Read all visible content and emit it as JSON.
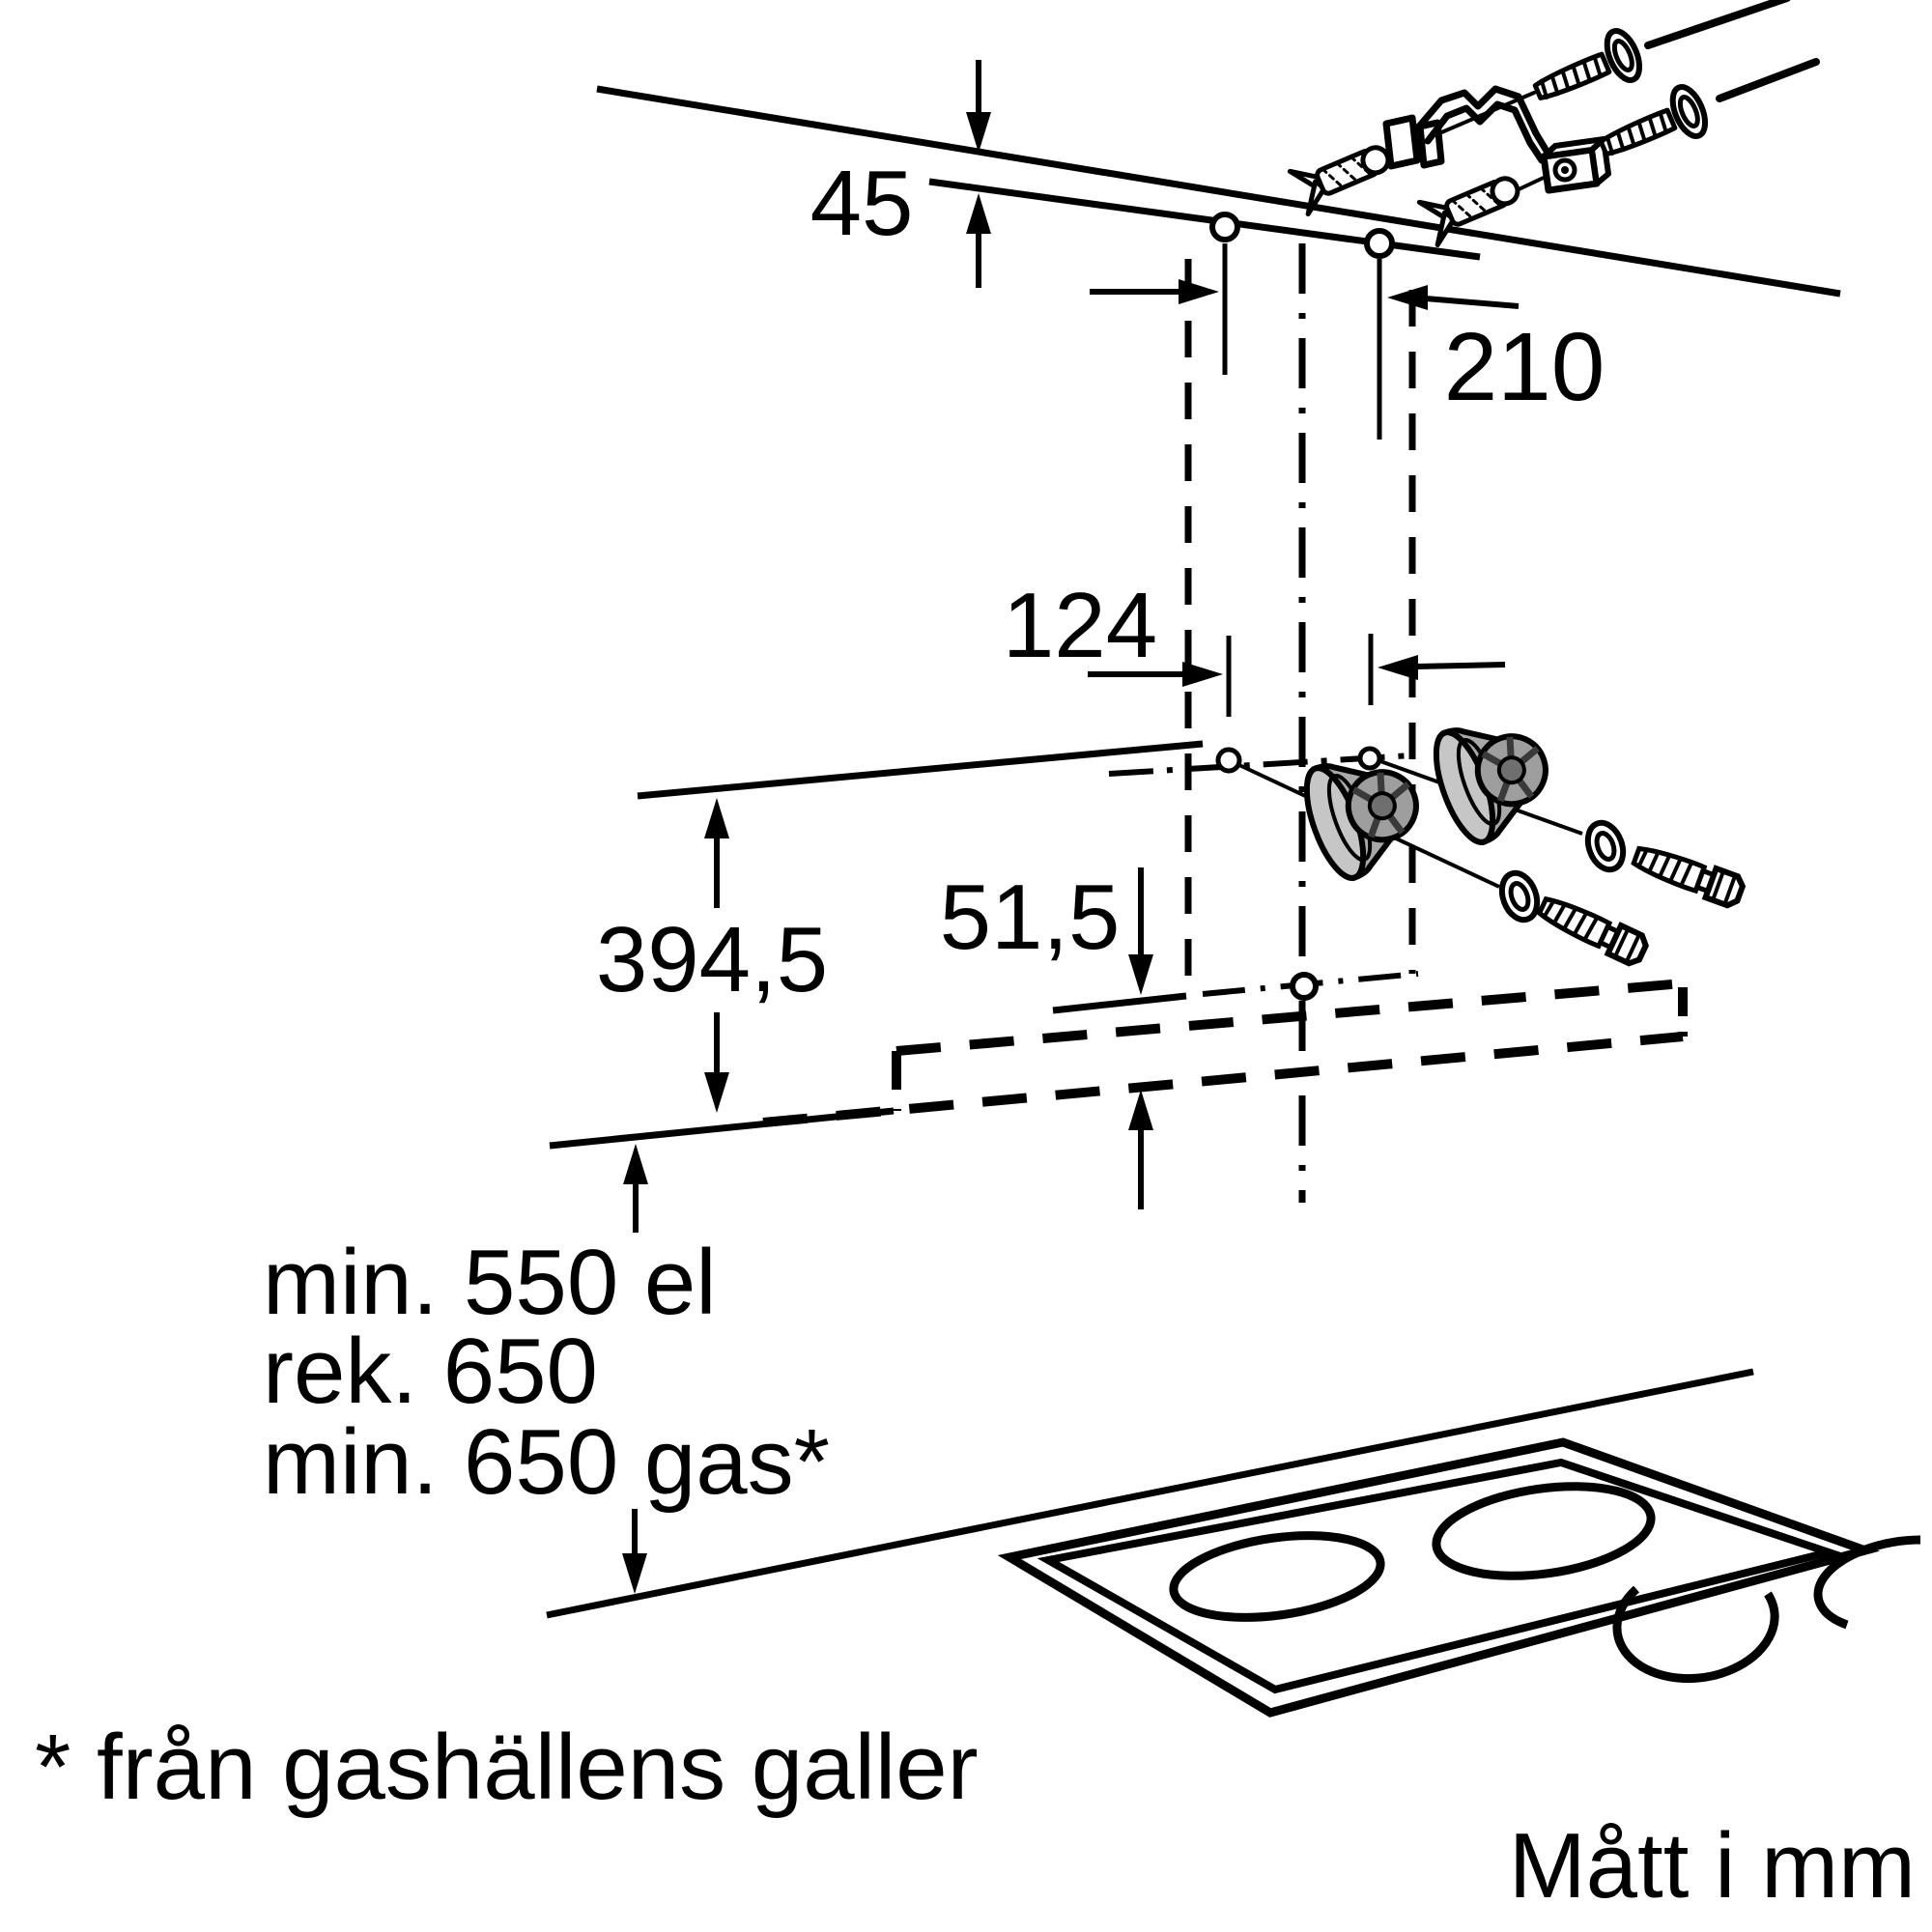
{
  "diagram": {
    "title_hidden": "",
    "units_label": "Mått i mm",
    "footnote": "* från gashällens galler",
    "dimensions": {
      "ceiling_gap": "45",
      "bracket_hole_spacing": "210",
      "hood_hole_spacing": "124",
      "chimney_height": "394,5",
      "lower_hole_offset": "51,5"
    },
    "clearances": {
      "line1": "min. 550 el",
      "line2": "rek. 650",
      "line3": "min. 650 gas*"
    },
    "colors": {
      "line": "#000000",
      "plug_light": "#c6c6c6",
      "plug_mid": "#a8a8a8",
      "plug_dark": "#6f6f6f",
      "background": "#ffffff"
    }
  }
}
